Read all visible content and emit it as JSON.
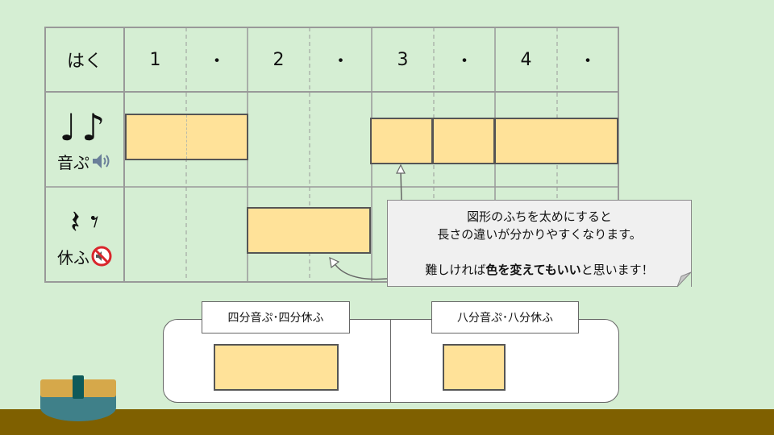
{
  "table": {
    "corner_label": "はく",
    "beats": [
      "1",
      "・",
      "2",
      "・",
      "3",
      "・",
      "4",
      "・"
    ],
    "notes_row": {
      "symbols": "♩♪",
      "label": "音ぷ",
      "icon": "speaker-icon"
    },
    "rests_row": {
      "symbols": "𝄽 𝄾",
      "label": "休ふ",
      "icon": "mute-icon"
    }
  },
  "callout": {
    "line1": "図形のふちを太めにすると",
    "line2": "長さの違いが分かりやすくなります。",
    "line3_prefix": "難しければ",
    "line3_bold": "色を変えてもいい",
    "line3_suffix": "と思います！"
  },
  "legend": {
    "quarter_label": "四分音ぷ･四分休ふ",
    "eighth_label": "八分音ぷ･八分休ふ"
  },
  "colors": {
    "background": "#d5eed3",
    "box_fill": "#ffe299",
    "ground": "#7f6000",
    "grid": "#999999"
  }
}
